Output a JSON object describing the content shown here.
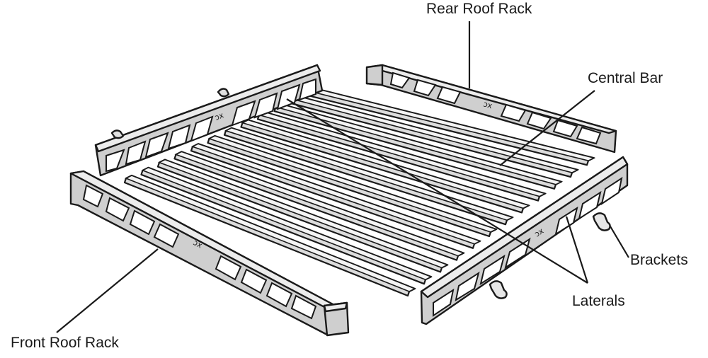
{
  "labels": {
    "rear_roof_rack": "Rear Roof Rack",
    "central_bar": "Central Bar",
    "brackets": "Brackets",
    "laterals": "Laterals",
    "front_roof_rack": "Front Roof Rack"
  },
  "slat_count": 12
}
